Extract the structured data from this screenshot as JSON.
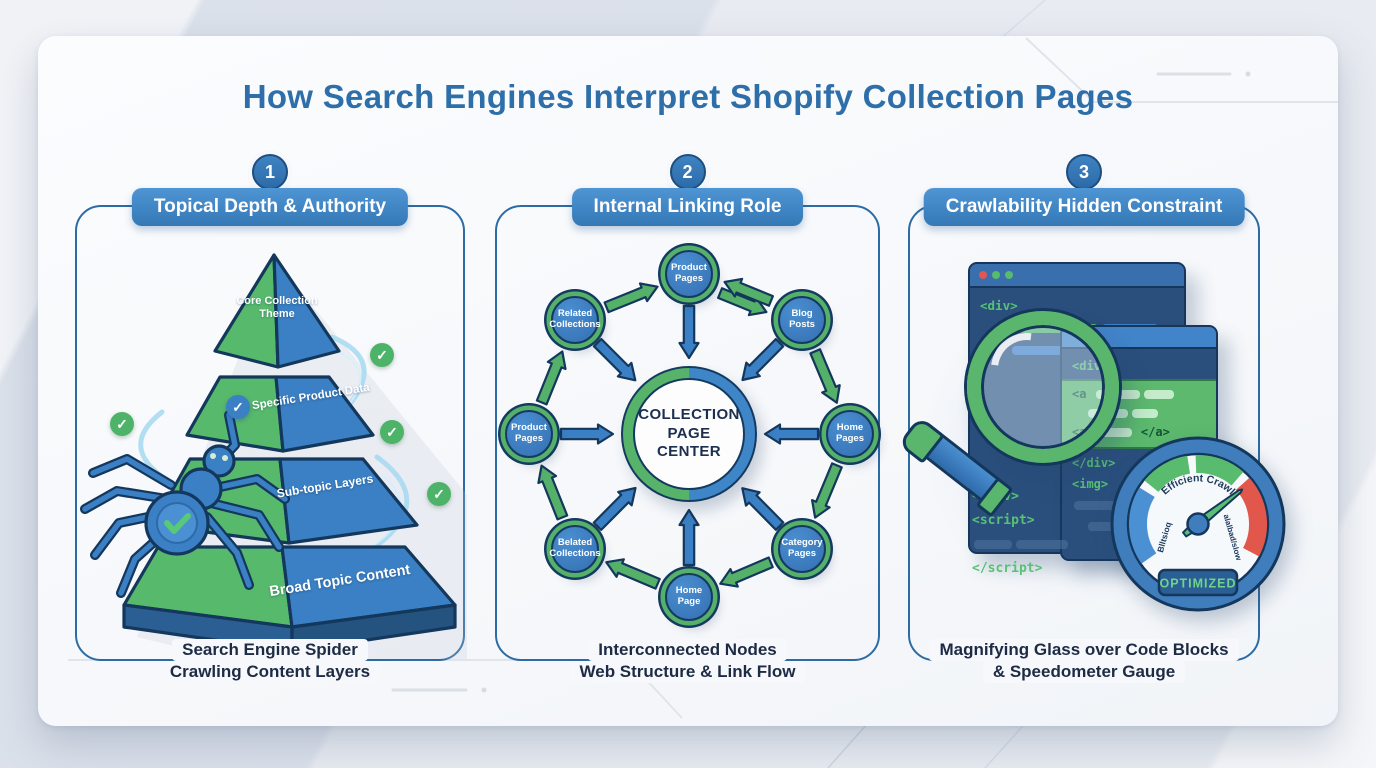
{
  "title": "How Search Engines Interpret Shopify Collection Pages",
  "colors": {
    "accent_blue": "#3b80c4",
    "accent_green": "#57b36a",
    "navy_outline": "#14375c",
    "title_blue": "#2e6fa9",
    "gauge_red": "#e2574c"
  },
  "panels": [
    {
      "number": "1",
      "heading": "Topical Depth & Authority",
      "caption": [
        "Search Engine Spider",
        "Crawling Content Layers"
      ],
      "pyramid_layers": [
        "Core Collection Theme",
        "Specific Product Data",
        "Sub-topic Layers",
        "Broad Topic Content"
      ]
    },
    {
      "number": "2",
      "heading": "Internal Linking Role",
      "caption": [
        "Interconnected Nodes",
        "Web Structure & Link Flow"
      ],
      "center_label": "COLLECTION PAGE CENTER",
      "nodes": [
        {
          "position": "top",
          "label": "Product Pages"
        },
        {
          "position": "top-right",
          "label": "Blog Posts"
        },
        {
          "position": "right",
          "label": "Home Pages"
        },
        {
          "position": "bottom-right",
          "label": "Category Pages"
        },
        {
          "position": "bottom",
          "label": "Home Page"
        },
        {
          "position": "bottom-left",
          "label": "Belated Collections"
        },
        {
          "position": "left",
          "label": "Product Pages"
        },
        {
          "position": "top-left",
          "label": "Related Collections"
        }
      ]
    },
    {
      "number": "3",
      "heading": "Crawlability Hidden Constraint",
      "caption": [
        "Magnifying Glass over Code Blocks",
        "& Speedometer Gauge"
      ],
      "code_back": [
        "<div>",
        "<a>",
        "</a>"
      ],
      "code_front": [
        "<div>",
        "<a",
        "<a",
        "</a>",
        "</div>",
        "<img>"
      ],
      "code_bottom": [
        "</div>",
        "<script>",
        "</script>"
      ],
      "gauge": {
        "arc_label": "Efficient Crawl",
        "left_label": "Blltsioq",
        "right_label": "alalbad/slow",
        "badge": "OPTIMIZED"
      }
    }
  ]
}
